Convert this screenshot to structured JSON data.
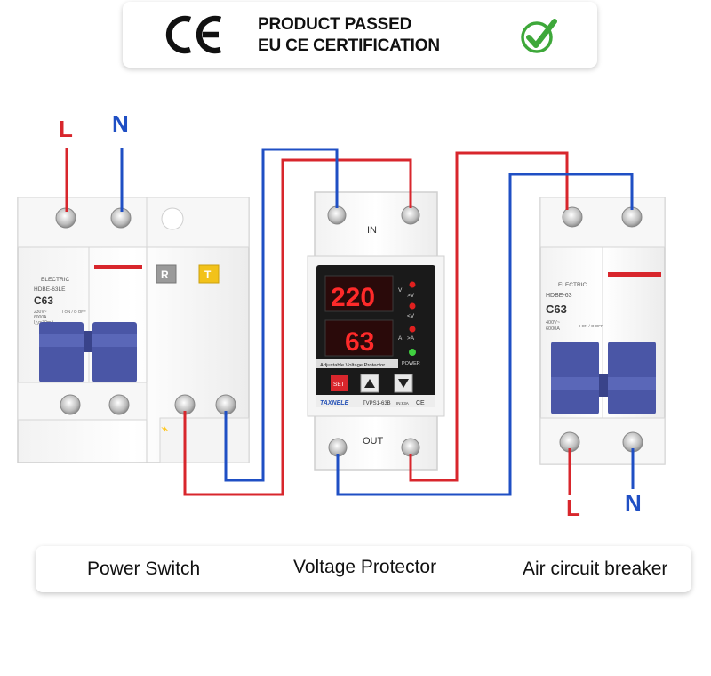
{
  "certification": {
    "mark": "CE",
    "line1": "PRODUCT PASSED",
    "line2": "EU CE CERTIFICATION",
    "check_color": "#3ea83a"
  },
  "terminals": {
    "left_L": "L",
    "left_N": "N",
    "right_L": "L",
    "right_N": "N"
  },
  "power_switch": {
    "brand": "ELECTRIC",
    "model": "HDBE-63LE",
    "rating": "C63",
    "spec1": "230V~",
    "spec2": "6000A",
    "spec3": "I△n:30mA",
    "on_off": "I ON / O OFF",
    "reset_key": "R",
    "test_key": "T"
  },
  "voltage_protector": {
    "in_label": "IN",
    "out_label": "OUT",
    "voltage_reading": "220",
    "current_reading": "63",
    "ind_over_v": ">V",
    "ind_under_v": "<V",
    "ind_amp": ">A",
    "ind_power": "POWER",
    "ind_v_unit": "V",
    "ind_a_unit": "A",
    "subtitle": "Adjustable Voltage Protector",
    "set_button": "SET",
    "brand": "TAXNELE",
    "model": "TVPS1-63B",
    "model_extra": "IN:63A",
    "ce": "CE"
  },
  "air_breaker": {
    "brand": "ELECTRIC",
    "model": "HDBE-63",
    "rating": "C63",
    "spec1": "400V~",
    "spec2": "6000A",
    "on_off": "I ON / O OFF"
  },
  "labels": {
    "power_switch": "Power Switch",
    "voltage_protector": "Voltage Protector",
    "air_breaker": "Air circuit breaker"
  },
  "colors": {
    "live": "#d8262c",
    "neutral": "#1f4fc4",
    "handle": "#4a56a6",
    "display_bg": "#1a1a1a",
    "segment": "#ff2a2a"
  }
}
